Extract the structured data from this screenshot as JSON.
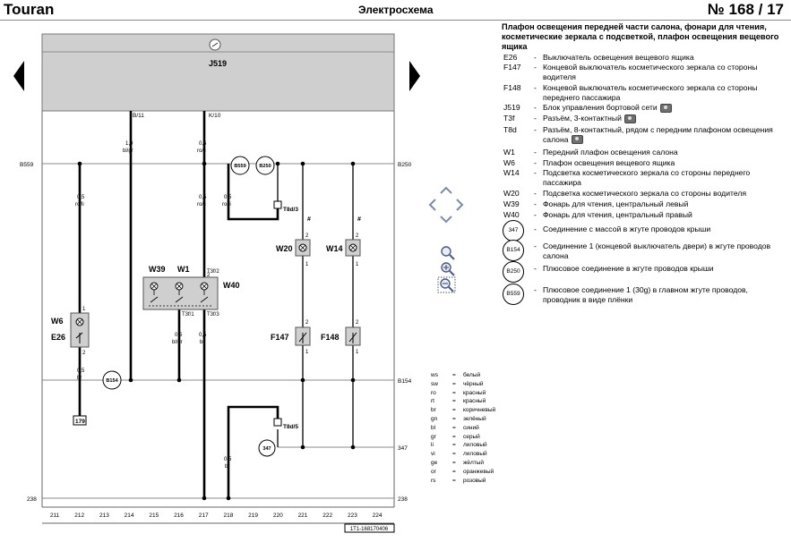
{
  "header": {
    "model": "Touran",
    "doc_title": "Электросхема",
    "page": "№  168 / 17"
  },
  "legend": {
    "title": "Плафон освещения передней части салона, фонари для чтения, косметические зеркала с подсветкой, плафон освещения вещевого ящика",
    "items": [
      {
        "code": "E26",
        "desc": "Выключатель освещения вещевого ящика"
      },
      {
        "code": "F147",
        "desc": "Концевой выключатель косметического зеркала со стороны водителя"
      },
      {
        "code": "F148",
        "desc": "Концевой выключатель косметического зеркала со стороны переднего пассажира"
      },
      {
        "code": "J519",
        "desc": "Блок управления бортовой сети"
      },
      {
        "code": "T3f",
        "desc": "Разъём, 3-контактный"
      },
      {
        "code": "T8d",
        "desc": "Разъём, 8-контактный, рядом с передним плафоном освещения салона"
      },
      {
        "code": "W1",
        "desc": "Передний плафон освещения салона"
      },
      {
        "code": "W6",
        "desc": "Плафон освещения вещевого ящика"
      },
      {
        "code": "W14",
        "desc": "Подсветка косметического зеркала со стороны переднего пассажира"
      },
      {
        "code": "W20",
        "desc": "Подсветка косметического зеркала со стороны водителя"
      },
      {
        "code": "W39",
        "desc": "Фонарь для чтения, центральный левый"
      },
      {
        "code": "W40",
        "desc": "Фонарь для чтения, центральный правый"
      }
    ],
    "circles": [
      {
        "code": "347",
        "desc": "Соединение с массой в жгуте проводов крыши"
      },
      {
        "code": "B154",
        "desc": "Соединение 1 (концевой выключатель двери) в жгуте проводов салона"
      },
      {
        "code": "B250",
        "desc": "Плюсовое соединение в жгуте проводов крыши"
      },
      {
        "code": "B559",
        "desc": "Плюсовое соединение 1 (30g) в главном жгуте проводов, проводник в виде плёнки"
      }
    ]
  },
  "colors_legend": [
    {
      "code": "ws",
      "eq": "=",
      "name": "белый"
    },
    {
      "code": "sw",
      "eq": "=",
      "name": "чёрный"
    },
    {
      "code": "ro",
      "eq": "=",
      "name": "красный"
    },
    {
      "code": "rt",
      "eq": "=",
      "name": "красный"
    },
    {
      "code": "br",
      "eq": "=",
      "name": "коричневый"
    },
    {
      "code": "gn",
      "eq": "=",
      "name": "зелёный"
    },
    {
      "code": "bl",
      "eq": "=",
      "name": "синий"
    },
    {
      "code": "gr",
      "eq": "=",
      "name": "серый"
    },
    {
      "code": "li",
      "eq": "=",
      "name": "лиловый"
    },
    {
      "code": "vi",
      "eq": "=",
      "name": "лиловый"
    },
    {
      "code": "ge",
      "eq": "=",
      "name": "жёлтый"
    },
    {
      "code": "or",
      "eq": "=",
      "name": "оранжевый"
    },
    {
      "code": "rs",
      "eq": "=",
      "name": "розовый"
    }
  ],
  "diagram": {
    "ecu_label": "J519",
    "ecu_pin_left": "B/11",
    "ecu_pin_right": "K/10",
    "bus_B559": "B559",
    "bus_B250": "B250",
    "bus_B154": "B154",
    "bus_347": "347",
    "bus_238": "238",
    "wire_1_0_blgr": [
      "1,0",
      "bl/gr"
    ],
    "wire_0_5_roli_a": [
      "0,5",
      "ro/li"
    ],
    "wire_0_5_roli_b": [
      "0,5",
      "ro/li"
    ],
    "wire_0_5_roli_c": [
      "0,5",
      "ro/li"
    ],
    "wire_0_5_roli_d": [
      "0,5",
      "ro/li"
    ],
    "wire_0_5_br_a": [
      "0,5",
      "br"
    ],
    "wire_0_5_blgr": [
      "0,5",
      "bl/gr"
    ],
    "wire_0_5_br_b": [
      "0,5",
      "br"
    ],
    "wire_0_5_br_c": [
      "0,5",
      "br"
    ],
    "W6": "W6",
    "E26": "E26",
    "W39": "W39",
    "W1": "W1",
    "W40": "W40",
    "W20": "W20",
    "W14": "W14",
    "F147": "F147",
    "F148": "F148",
    "T3f2": "T3f/2",
    "T3f1": "T3f/1",
    "T3f3": "T3f/3",
    "T8d3": "T8d/3",
    "T8d5": "T8d/5",
    "ref_179": "179",
    "pin1": "1",
    "pin2": "2",
    "hash": "#",
    "columns": [
      "211",
      "212",
      "213",
      "214",
      "215",
      "216",
      "217",
      "218",
      "219",
      "220",
      "221",
      "222",
      "223",
      "224"
    ],
    "drawing_no": "1T1-168170406"
  },
  "viewer": {
    "prev_icon": "arrow-left-icon",
    "next_icon": "arrow-right-icon",
    "pan_icons": [
      "pan-up-icon",
      "pan-left-icon",
      "pan-right-icon",
      "pan-down-icon"
    ],
    "zoom_icons": [
      "zoom-fit-icon",
      "zoom-in-icon",
      "zoom-out-icon"
    ]
  }
}
